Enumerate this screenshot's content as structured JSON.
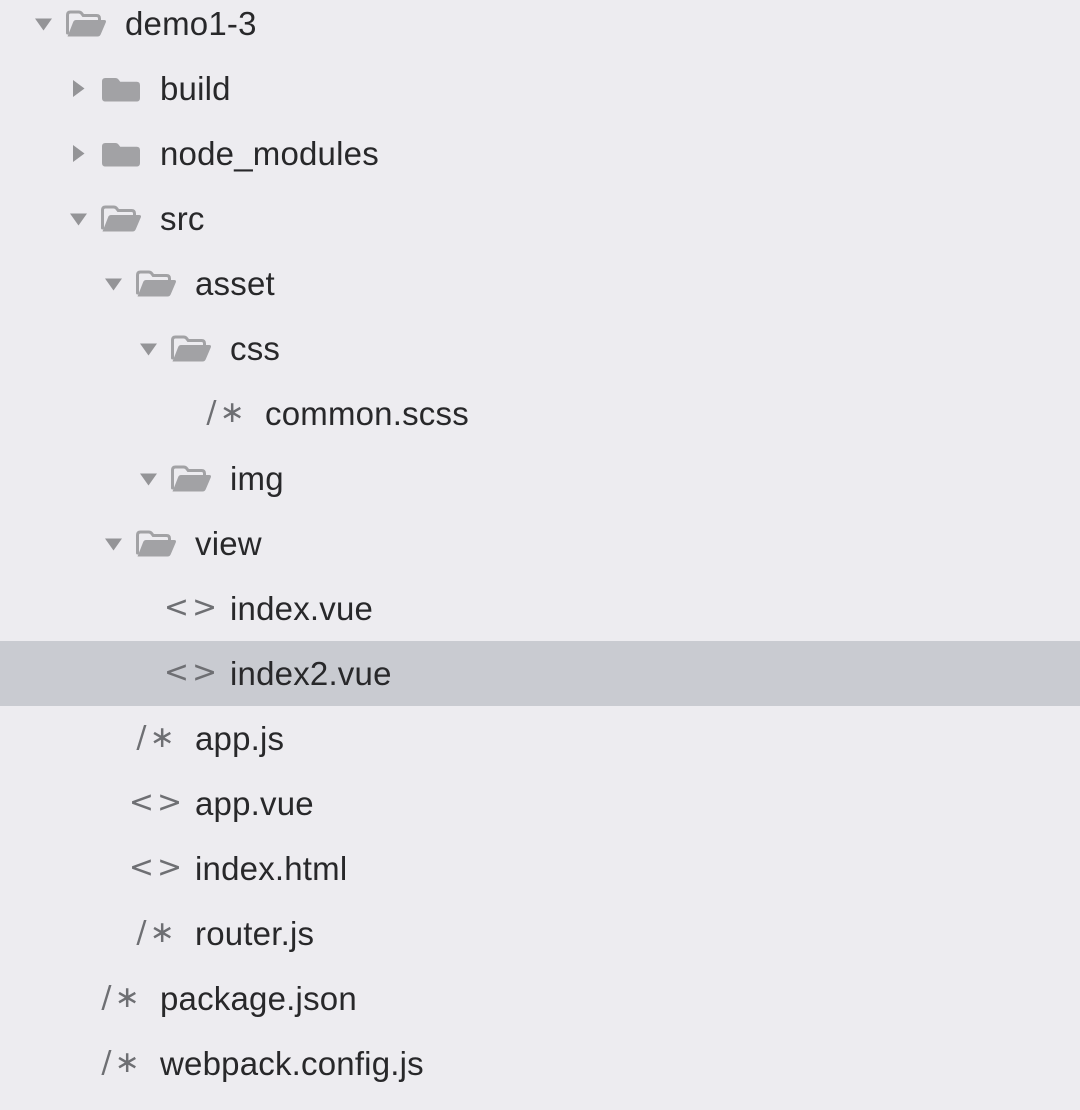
{
  "window": {
    "background_color": "#edecf0",
    "selection_color": "#c9cbd1"
  },
  "tree": {
    "colors": {
      "folder": "#a2a2a5",
      "triangle": "#949497",
      "file_glyph": "#6e6f73",
      "text": "#28282a"
    },
    "icon_glyphs": {
      "code-comment-icon": "/∗",
      "angle-brackets-icon": "<>"
    },
    "items": [
      {
        "label": "demo1-3",
        "kind": "folder",
        "expanded": true,
        "level": 0,
        "selected": false
      },
      {
        "label": "build",
        "kind": "folder",
        "expanded": false,
        "level": 1,
        "selected": false
      },
      {
        "label": "node_modules",
        "kind": "folder",
        "expanded": false,
        "level": 1,
        "selected": false
      },
      {
        "label": "src",
        "kind": "folder",
        "expanded": true,
        "level": 1,
        "selected": false
      },
      {
        "label": "asset",
        "kind": "folder",
        "expanded": true,
        "level": 2,
        "selected": false
      },
      {
        "label": "css",
        "kind": "folder",
        "expanded": true,
        "level": 3,
        "selected": false
      },
      {
        "label": "common.scss",
        "kind": "file",
        "icon": "code-comment-icon",
        "level": 4,
        "selected": false
      },
      {
        "label": "img",
        "kind": "folder",
        "expanded": true,
        "level": 3,
        "selected": false
      },
      {
        "label": "view",
        "kind": "folder",
        "expanded": true,
        "level": 2,
        "selected": false
      },
      {
        "label": "index.vue",
        "kind": "file",
        "icon": "angle-brackets-icon",
        "level": 3,
        "selected": false
      },
      {
        "label": "index2.vue",
        "kind": "file",
        "icon": "angle-brackets-icon",
        "level": 3,
        "selected": true
      },
      {
        "label": "app.js",
        "kind": "file",
        "icon": "code-comment-icon",
        "level": 2,
        "selected": false
      },
      {
        "label": "app.vue",
        "kind": "file",
        "icon": "angle-brackets-icon",
        "level": 2,
        "selected": false
      },
      {
        "label": "index.html",
        "kind": "file",
        "icon": "angle-brackets-icon",
        "level": 2,
        "selected": false
      },
      {
        "label": "router.js",
        "kind": "file",
        "icon": "code-comment-icon",
        "level": 2,
        "selected": false
      },
      {
        "label": "package.json",
        "kind": "file",
        "icon": "code-comment-icon",
        "level": 1,
        "selected": false
      },
      {
        "label": "webpack.config.js",
        "kind": "file",
        "icon": "code-comment-icon",
        "level": 1,
        "selected": false
      }
    ]
  }
}
